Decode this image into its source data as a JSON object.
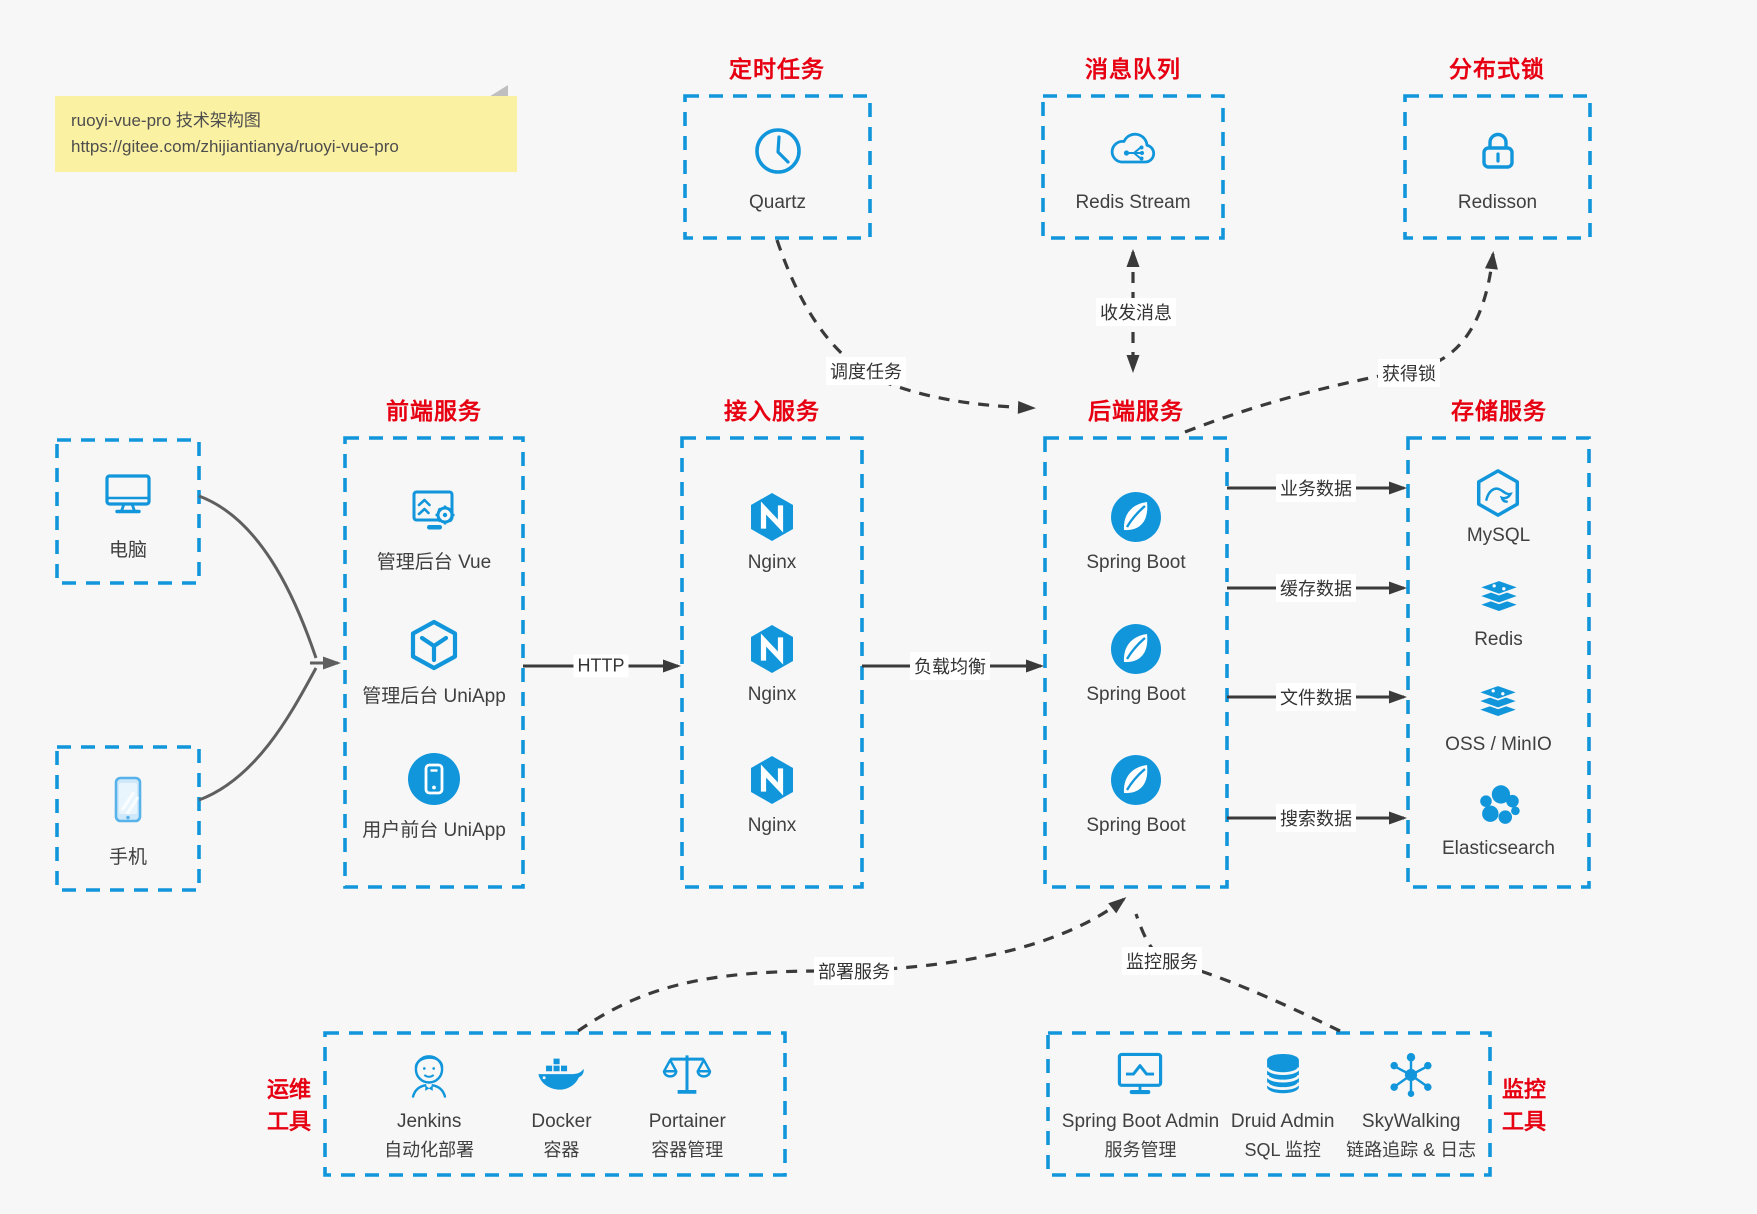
{
  "note": {
    "line1": "ruoyi-vue-pro 技术架构图",
    "line2": "https://gitee.com/zhijiantianya/ruoyi-vue-pro"
  },
  "clients": {
    "pc": "电脑",
    "mobile": "手机"
  },
  "groups": {
    "scheduled": {
      "title": "定时任务",
      "item": "Quartz"
    },
    "mq": {
      "title": "消息队列",
      "item": "Redis Stream"
    },
    "lock": {
      "title": "分布式锁",
      "item": "Redisson"
    },
    "frontend": {
      "title": "前端服务",
      "items": [
        "管理后台 Vue",
        "管理后台 UniApp",
        "用户前台 UniApp"
      ]
    },
    "gateway": {
      "title": "接入服务",
      "items": [
        "Nginx",
        "Nginx",
        "Nginx"
      ]
    },
    "backend": {
      "title": "后端服务",
      "items": [
        "Spring Boot",
        "Spring Boot",
        "Spring Boot"
      ]
    },
    "storage": {
      "title": "存储服务",
      "items": [
        "MySQL",
        "Redis",
        "OSS / MinIO",
        "Elasticsearch"
      ]
    },
    "devops": {
      "title_line1": "运维",
      "title_line2": "工具",
      "items": [
        {
          "name": "Jenkins",
          "desc": "自动化部署"
        },
        {
          "name": "Docker",
          "desc": "容器"
        },
        {
          "name": "Portainer",
          "desc": "容器管理"
        }
      ]
    },
    "monitoring": {
      "title_line1": "监控",
      "title_line2": "工具",
      "items": [
        {
          "name": "Spring Boot Admin",
          "desc": "服务管理"
        },
        {
          "name": "Druid Admin",
          "desc": "SQL 监控"
        },
        {
          "name": "SkyWalking",
          "desc": "链路追踪 & 日志"
        }
      ]
    }
  },
  "edges": {
    "http": "HTTP",
    "load_balance": "负载均衡",
    "business_data": "业务数据",
    "cache_data": "缓存数据",
    "file_data": "文件数据",
    "search_data": "搜索数据",
    "schedule_task": "调度任务",
    "send_receive_message": "收发消息",
    "acquire_lock": "获得锁",
    "deploy_service": "部署服务",
    "monitor_service": "监控服务"
  },
  "colors": {
    "accent_blue": "#1296db",
    "title_red": "#e60012",
    "note_bg": "#fbf1a3",
    "background": "#f7f7f7",
    "arrow_dark": "#3a3a3a",
    "line_gray": "#5f5f5f"
  },
  "icons": {
    "quartz": "clock-icon",
    "mq": "cloud-message-icon",
    "lock": "padlock-icon",
    "pc": "desktop-icon",
    "mobile": "smartphone-icon",
    "frontend_vue": "admin-screen-gear-icon",
    "frontend_uniapp": "cube-icon",
    "frontend_user": "phone-circle-icon",
    "gateway": "nginx-hexagon-icon",
    "backend": "spring-leaf-icon",
    "mysql": "mysql-hexagon-icon",
    "redis": "redis-stack-icon",
    "oss": "redis-stack-icon",
    "es": "elastic-cluster-icon",
    "jenkins": "jenkins-butler-icon",
    "docker": "docker-whale-icon",
    "portainer": "scales-icon",
    "sba": "monitor-chart-icon",
    "druid": "database-cylinder-icon",
    "skywalking": "node-network-icon"
  }
}
